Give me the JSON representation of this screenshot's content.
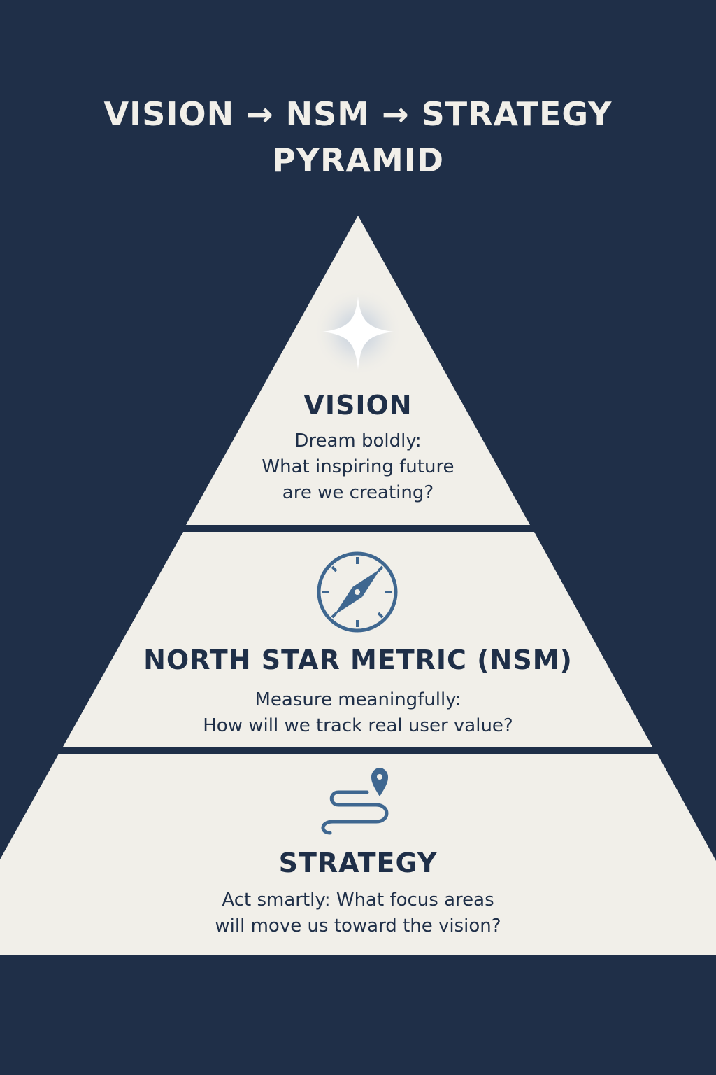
{
  "title": {
    "line1": "VISION → NSM → STRATEGY",
    "line2": "PYRAMID"
  },
  "colors": {
    "background": "#1f2f48",
    "tier_fill": "#f1efe9",
    "text": "#1f2f48",
    "icon": "#3f6790"
  },
  "tiers": [
    {
      "heading": "VISION",
      "description_lines": [
        "Dream boldly:",
        "What inspiring future",
        "are we creating?"
      ],
      "icon": "sparkle-star-icon"
    },
    {
      "heading": "NORTH STAR METRIC (NSM)",
      "description_lines": [
        "Measure meaningfully:",
        "How will we track real user  value?"
      ],
      "icon": "compass-icon"
    },
    {
      "heading": "STRATEGY",
      "description_lines": [
        "Act smartly: What focus areas",
        "will move us toward the vision?"
      ],
      "icon": "route-path-pin-icon"
    }
  ]
}
